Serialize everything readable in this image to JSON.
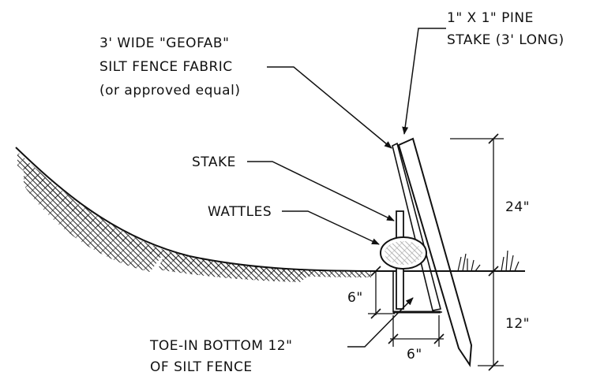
{
  "labels": {
    "pine_stake_line1": "1\" X 1\" PINE",
    "pine_stake_line2": "STAKE (3' LONG)",
    "fabric_line1": "3' WIDE \"GEOFAB\"",
    "fabric_line2": "SILT FENCE FABRIC",
    "fabric_line3": "(or approved equal)",
    "stake": "STAKE",
    "wattles": "WATTLES",
    "toe_in_line1": "TOE-IN BOTTOM 12\"",
    "toe_in_line2": "OF SILT FENCE"
  },
  "dimensions": {
    "above_grade": "24\"",
    "below_grade": "12\"",
    "trench_depth": "6\"",
    "trench_width": "6\""
  },
  "colors": {
    "ink": "#111111",
    "background": "#ffffff"
  }
}
